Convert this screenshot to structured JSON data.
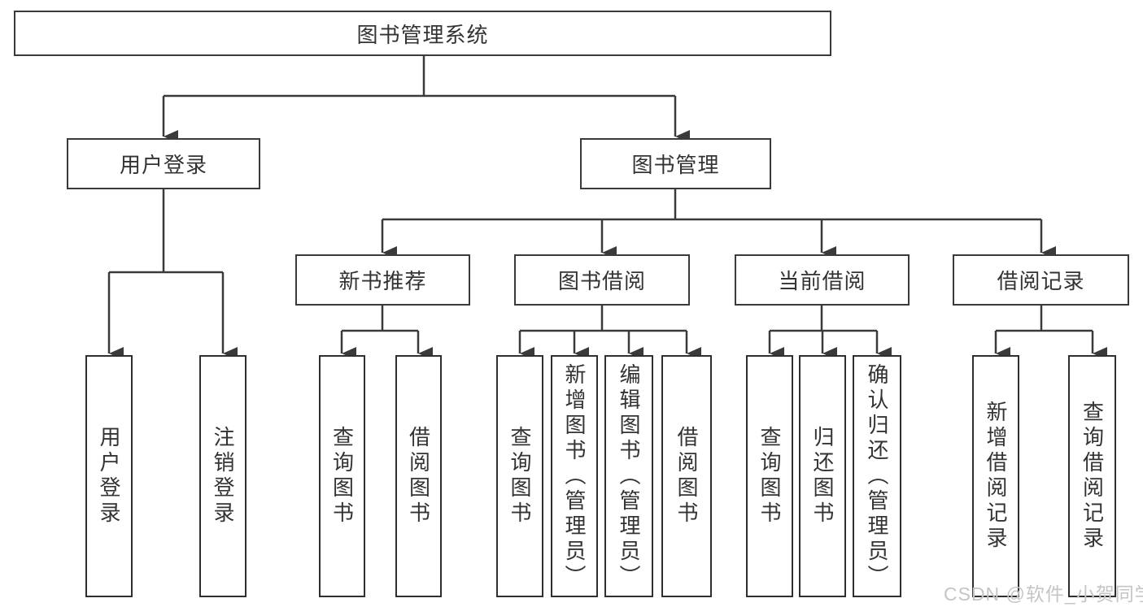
{
  "diagram": {
    "root": {
      "label": "图书管理系统"
    },
    "branches": [
      {
        "label": "用户登录",
        "leaves": [
          "用户登录",
          "注销登录"
        ]
      },
      {
        "label": "图书管理",
        "sections": [
          {
            "label": "新书推荐",
            "leaves": [
              "查询图书",
              "借阅图书"
            ]
          },
          {
            "label": "图书借阅",
            "leaves": [
              "查询图书",
              "新增图书（管理员）",
              "编辑图书（管理员）",
              "借阅图书"
            ]
          },
          {
            "label": "当前借阅",
            "leaves": [
              "查询图书",
              "归还图书",
              "确认归还（管理员）"
            ]
          },
          {
            "label": "借阅记录",
            "leaves": [
              "新增借阅记录",
              "查询借阅记录"
            ]
          }
        ]
      }
    ],
    "watermark": "CSDN @软件_小贺同学",
    "colors": {
      "line": "#3a3a3a",
      "text": "#333333",
      "watermark": "#c5c5c7",
      "background": "#ffffff"
    }
  }
}
